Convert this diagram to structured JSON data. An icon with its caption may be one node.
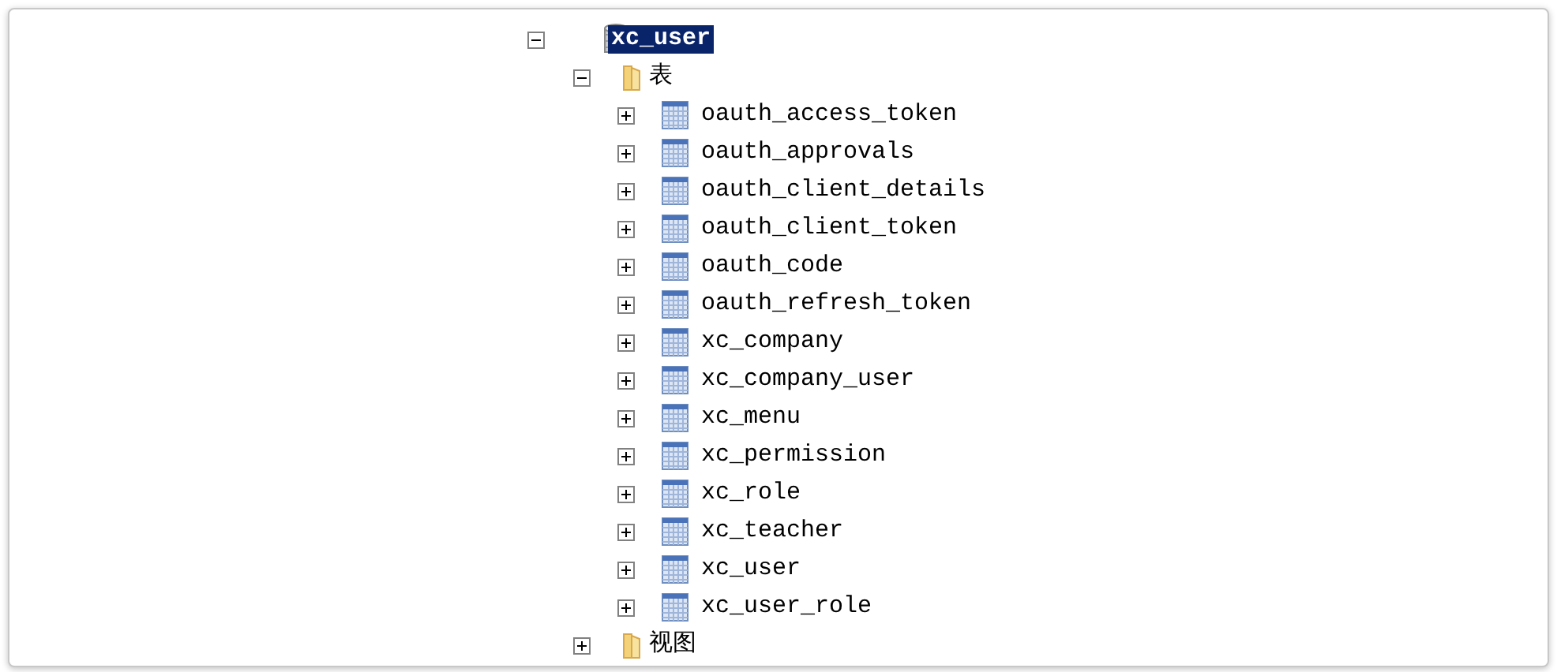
{
  "diagram": {
    "labels": [
      "xc_user",
      "表",
      "oauth_access_token",
      "oauth_approvals",
      "oauth_client_details",
      "oauth_client_token",
      "oauth_code",
      "oauth_refresh_token",
      "xc_company",
      "xc_company_user",
      "xc_menu",
      "xc_permission",
      "xc_role",
      "xc_teacher",
      "xc_user",
      "xc_user_role",
      "视图"
    ]
  }
}
